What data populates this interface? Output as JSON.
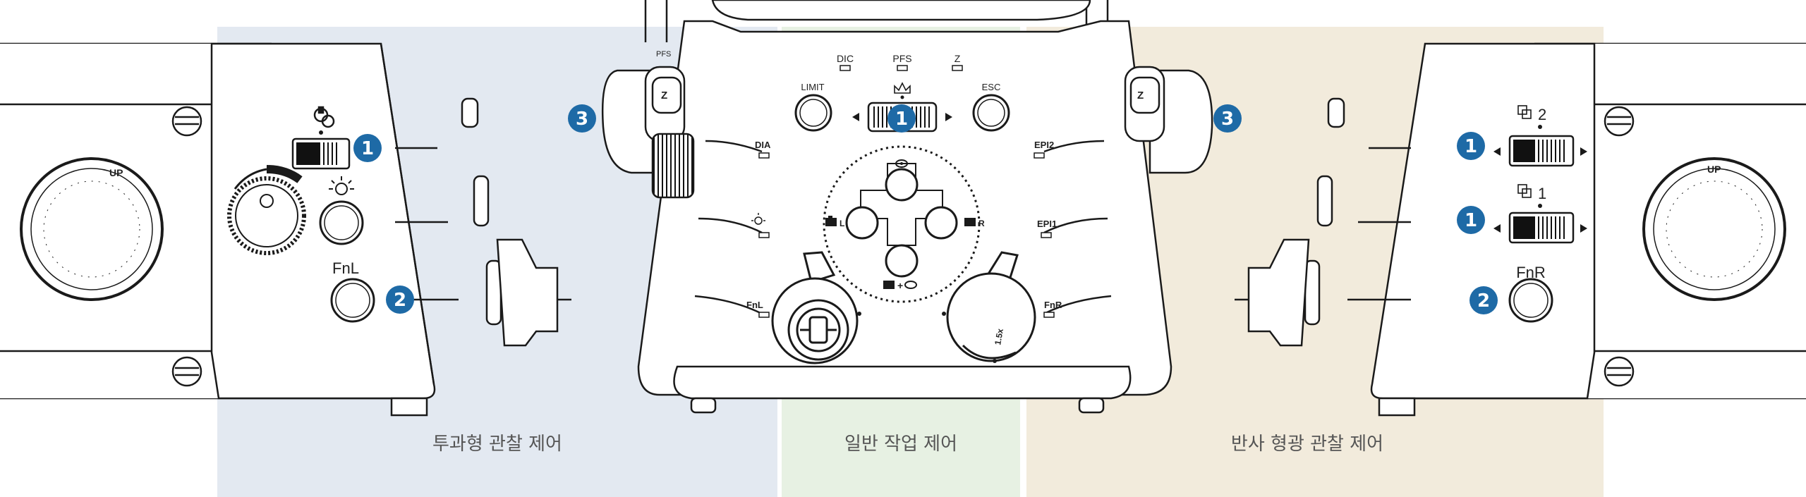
{
  "panels": {
    "transmitted": {
      "caption": "투과형 관찰 제어",
      "bg": "#e3e9f1"
    },
    "general": {
      "caption": "일반 작업 제어",
      "bg": "#e7f1e3"
    },
    "reflected": {
      "caption": "반사 형광 관찰 제어",
      "bg": "#f2ebdc"
    }
  },
  "colors": {
    "badge": "#1e6aa6",
    "line": "#1a1a1a"
  },
  "labels": {
    "fnl": "FnL",
    "fnr": "FnR",
    "up_left": "UP",
    "up_right": "UP",
    "z_left": "Z",
    "z_right": "Z",
    "dic": "DIC",
    "pfs": "PFS",
    "z_top": "Z",
    "limit": "LIMIT",
    "esc": "ESC",
    "cam_l": "L",
    "cam_r": "R",
    "cam_plus": "+",
    "dia": "DIA",
    "fnl_port": "FnL",
    "epi2": "EPI2",
    "epi1": "EPI1",
    "fnr_port": "FnR",
    "shutter2": "2",
    "shutter1": "1",
    "zoom": "1.5x",
    "pfs_side": "PFS"
  },
  "badges": {
    "b_left_1": "1",
    "b_left_2": "2",
    "b_left_3": "3",
    "b_center_1": "1",
    "b_right_3": "3",
    "b_right_1a": "1",
    "b_right_1b": "1",
    "b_right_2": "2"
  },
  "icons": [
    "lamp-on-icon",
    "brightness-icon",
    "camera-icon",
    "eye-icon",
    "crown-icon",
    "shutter-icon"
  ]
}
